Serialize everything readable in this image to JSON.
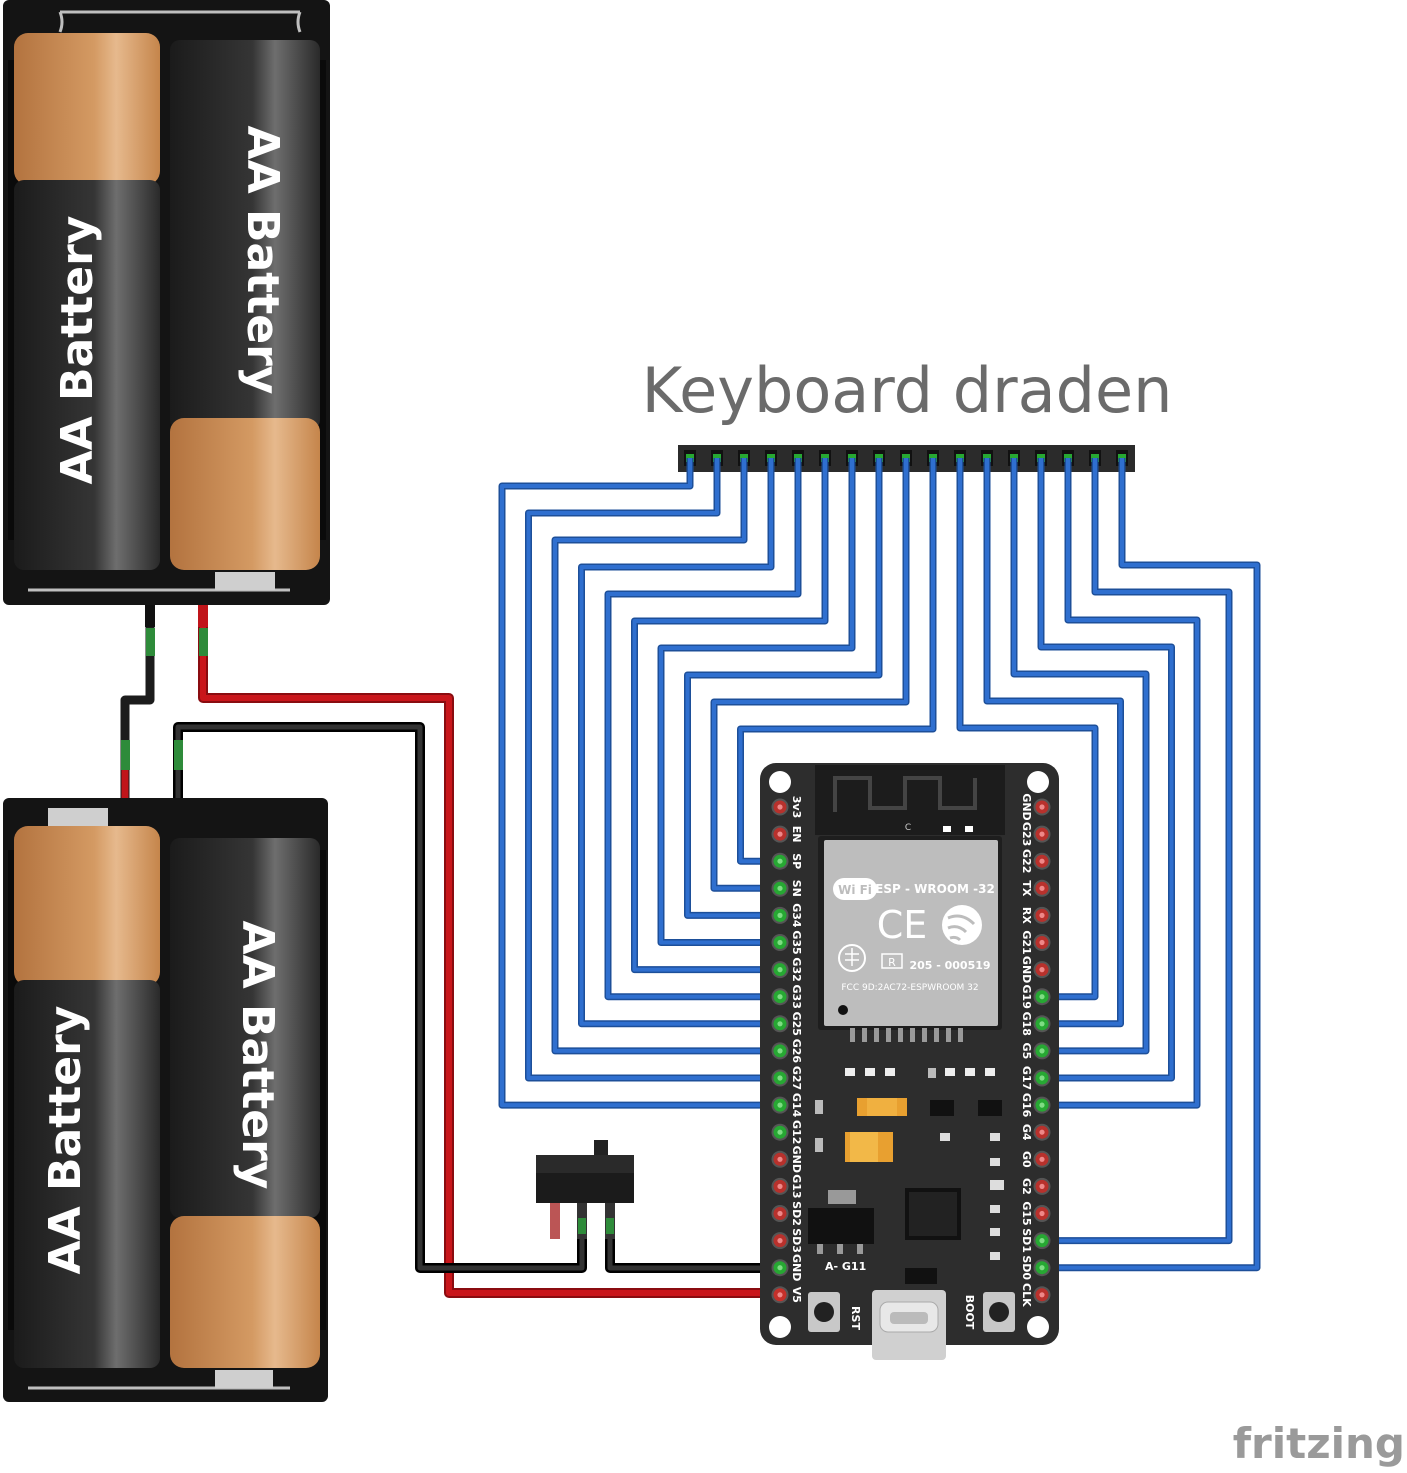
{
  "title": "Keyboard draden",
  "watermark": "fritzing",
  "batteries": {
    "label": "AA Battery"
  },
  "esp32": {
    "module_name": "ESP - WROOM -32",
    "cert_code": "205 - 000519",
    "fcc_text": "FCC  9D:2AC72-ESPWROOM 32",
    "shield_letter": "C",
    "r_mark": "R",
    "ce_mark": "CE",
    "wifi_mark": "Wi Fi",
    "btn_rst": "RST",
    "btn_boot": "BOOT",
    "g11_label": "A- G11",
    "left_pins": [
      "3v3",
      "EN",
      "SP",
      "SN",
      "G34",
      "G35",
      "G32",
      "G33",
      "G25",
      "G26",
      "G27",
      "G14",
      "G12",
      "GND",
      "G13",
      "SD2",
      "SD3",
      "GND",
      "V5"
    ],
    "right_pins": [
      "GND",
      "G23",
      "G22",
      "TX",
      "RX",
      "G21",
      "GND",
      "G19",
      "G18",
      "G5",
      "G17",
      "G16",
      "G4",
      "G0",
      "G2",
      "G15",
      "SD1",
      "SD0",
      "CLK"
    ]
  },
  "colors": {
    "wire_blue": "#2f6fcf",
    "wire_red": "#c0151a",
    "wire_black": "#1c1c1c",
    "board": "#2d2d2d",
    "pin_green": "#27a833",
    "pin_red": "#c5302a",
    "battery_copper": "#d08e57",
    "battery_black": "#222222"
  }
}
